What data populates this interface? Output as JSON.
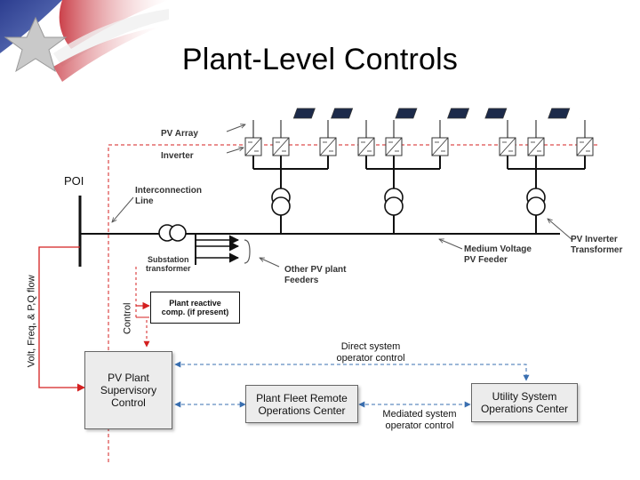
{
  "title": "Plant-Level Controls",
  "labels": {
    "poi": "POI",
    "pv_array": "PV Array",
    "inverter": "Inverter",
    "interconnection_line": "Interconnection\nLine",
    "substation_transformer": "Substation\ntransformer",
    "other_feeders": "Other PV plant\nFeeders",
    "medium_voltage_feeder": "Medium Voltage\nPV Feeder",
    "pv_inverter_transformer": "PV Inverter\nTransformer",
    "volt_freq_flow": "Volt, Freq, & P,Q flow",
    "control": "Control",
    "direct_control": "Direct system\noperator control",
    "mediated_control": "Mediated system\noperator control"
  },
  "boxes": {
    "reactive_comp": "Plant reactive\ncomp. (if present)",
    "supervisory": "PV Plant\nSupervisory\nControl",
    "fleet_remote": "Plant Fleet Remote\nOperations Center",
    "utility_ops": "Utility System\nOperations Center"
  },
  "colors": {
    "line": "#111111",
    "signal_red": "#d42020",
    "dashed_blue": "#3a6fb0",
    "label_gray": "#333333"
  },
  "icons": [
    "solar-panel-icon",
    "inverter-icon",
    "transformer-icon"
  ]
}
